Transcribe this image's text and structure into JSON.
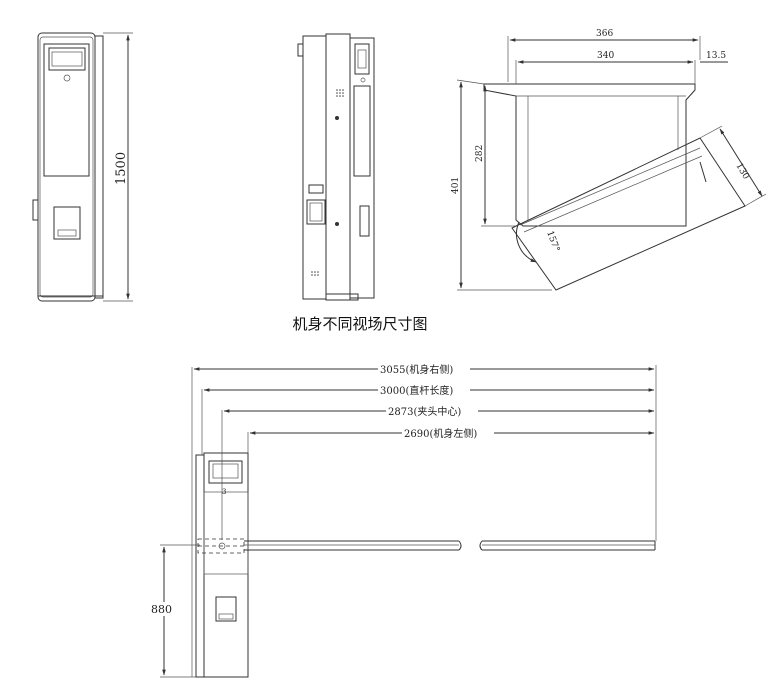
{
  "caption": "机身不同视场尺寸图",
  "front_view": {
    "height_label": "1500"
  },
  "top_view": {
    "width_outer": "366",
    "width_inner": "340",
    "offset": "13.5",
    "depth_total": "401",
    "depth_inner": "282",
    "arm_width": "130",
    "angle": "157°"
  },
  "arm_view": {
    "dims": [
      {
        "label": "3055(机身右侧)"
      },
      {
        "label": "3000(直杆长度)"
      },
      {
        "label": "2873(夹头中心)"
      },
      {
        "label": "2690(机身左侧)"
      }
    ],
    "height_label": "880",
    "small_mark": "3"
  }
}
